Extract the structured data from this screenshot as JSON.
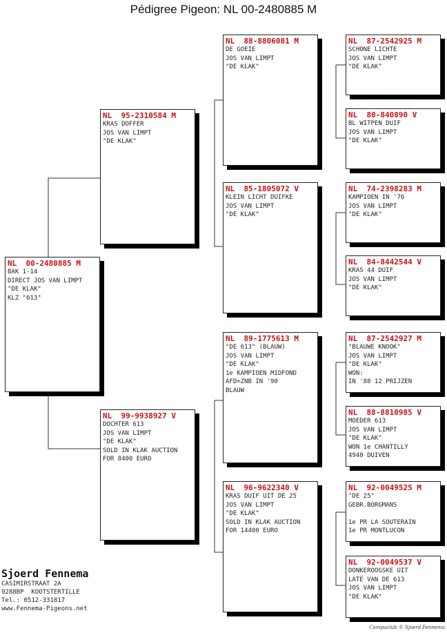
{
  "title": "Pédigree Pigeon: NL  00-2480885 M",
  "cards": [
    {
      "id": "p0",
      "ring": "NL  00-2480885 M",
      "lines": [
        "BAK 1-14",
        "DIRECT JOS VAN LIMPT",
        "\"DE KLAK\"",
        "KLZ \"613\""
      ]
    },
    {
      "id": "p1",
      "ring": "NL  95-2310584 M",
      "lines": [
        "KRAS DOFFER",
        "JOS VAN LIMPT",
        "\"DE KLAK\""
      ]
    },
    {
      "id": "p2",
      "ring": "NL  99-9938927 V",
      "lines": [
        "DOCHTER 613",
        "JOS VAN LIMPT",
        "\"DE KLAK\"",
        "SOLD IN KLAK AUCTION",
        "FOR 8400 EURO"
      ]
    },
    {
      "id": "p3",
      "ring": "NL  88-8806081 M",
      "lines": [
        "DE GOEIE",
        "JOS VAN LIMPT",
        "\"DE KLAK\""
      ]
    },
    {
      "id": "p4",
      "ring": "NL  85-1805072 V",
      "lines": [
        "KLEIN LICHT DUIFKE",
        "JOS VAN LIMPT",
        "\"DE KLAK\""
      ]
    },
    {
      "id": "p5",
      "ring": "NL  89-1775613 M",
      "lines": [
        "\"DE 613\" (BLAUW)",
        "JOS VAN LIMPT",
        "\"DE KLAK\"",
        "1e KAMPIOEN MIDFOND",
        "AFD=ZNB IN '90",
        "BLAUW"
      ]
    },
    {
      "id": "p6",
      "ring": "NL  96-9622340 V",
      "lines": [
        "KRAS DUIF UIT DE 25",
        "JOS VAN LIMPT",
        "\"DE KLAK\"",
        "SOLD IN KLAK AUCTION",
        "FOR 14400 EURO"
      ]
    },
    {
      "id": "p7",
      "ring": "NL  87-2542925 M",
      "lines": [
        "SCHONE LICHTE",
        "JOS VAN LIMPT",
        "\"DE KLAK\""
      ]
    },
    {
      "id": "p8",
      "ring": "NL  80-840890 V",
      "lines": [
        "BL WITPEN DUIF",
        "JOS VAN LIMPT",
        "\"DE KLAK\""
      ]
    },
    {
      "id": "p9",
      "ring": "NL  74-2398283 M",
      "lines": [
        "KAMPIOEN IN '76",
        "JOS VAN LIMPT",
        "\"DE KLAK\""
      ]
    },
    {
      "id": "p10",
      "ring": "NL  84-8442544 V",
      "lines": [
        "KRAS 44 DUIF",
        "JOS VAN LIMPT",
        "\"DE KLAK\""
      ]
    },
    {
      "id": "p11",
      "ring": "NL  87-2542927 M",
      "lines": [
        "\"BLAUWE KNOOK\"",
        "JOS VAN LIMPT",
        "\"DE KLAK\"",
        "WON:",
        "IN '88 12 PRIJZEN"
      ]
    },
    {
      "id": "p12",
      "ring": "NL  88-8810985 V",
      "lines": [
        "MOEDER 613",
        "JOS VAN LIMPT",
        "\"DE KLAK\"",
        "WON 1e CHANTILLY",
        "4940 DUIVEN"
      ]
    },
    {
      "id": "p13",
      "ring": "NL  92-0049525 M",
      "lines": [
        "\"DE 25\"",
        "GEBR.BORGMANS",
        "",
        "1e PR LA SOUTERAIN",
        "1e PR MONTLUCON"
      ]
    },
    {
      "id": "p14",
      "ring": "NL  92-0049537 V",
      "lines": [
        "DONKEROOGSKE UIT",
        "LATE VAN DE 613",
        "JOS VAN LIMPT",
        "\"DE KLAK\""
      ]
    }
  ],
  "breeder": {
    "name": "Sjoerd Fennema",
    "address": "CASIMIRSTRAAT 2A",
    "city": "9288BP  KOOTSTERTILLE",
    "phone": "Tel.: 0512-331817",
    "website": "www.Fennema-Pigeons.net"
  },
  "copyright": "Compuclub © Sjoerd Fennema",
  "colors": {
    "ring_text": "#cc1111",
    "shadow": "#000000"
  }
}
